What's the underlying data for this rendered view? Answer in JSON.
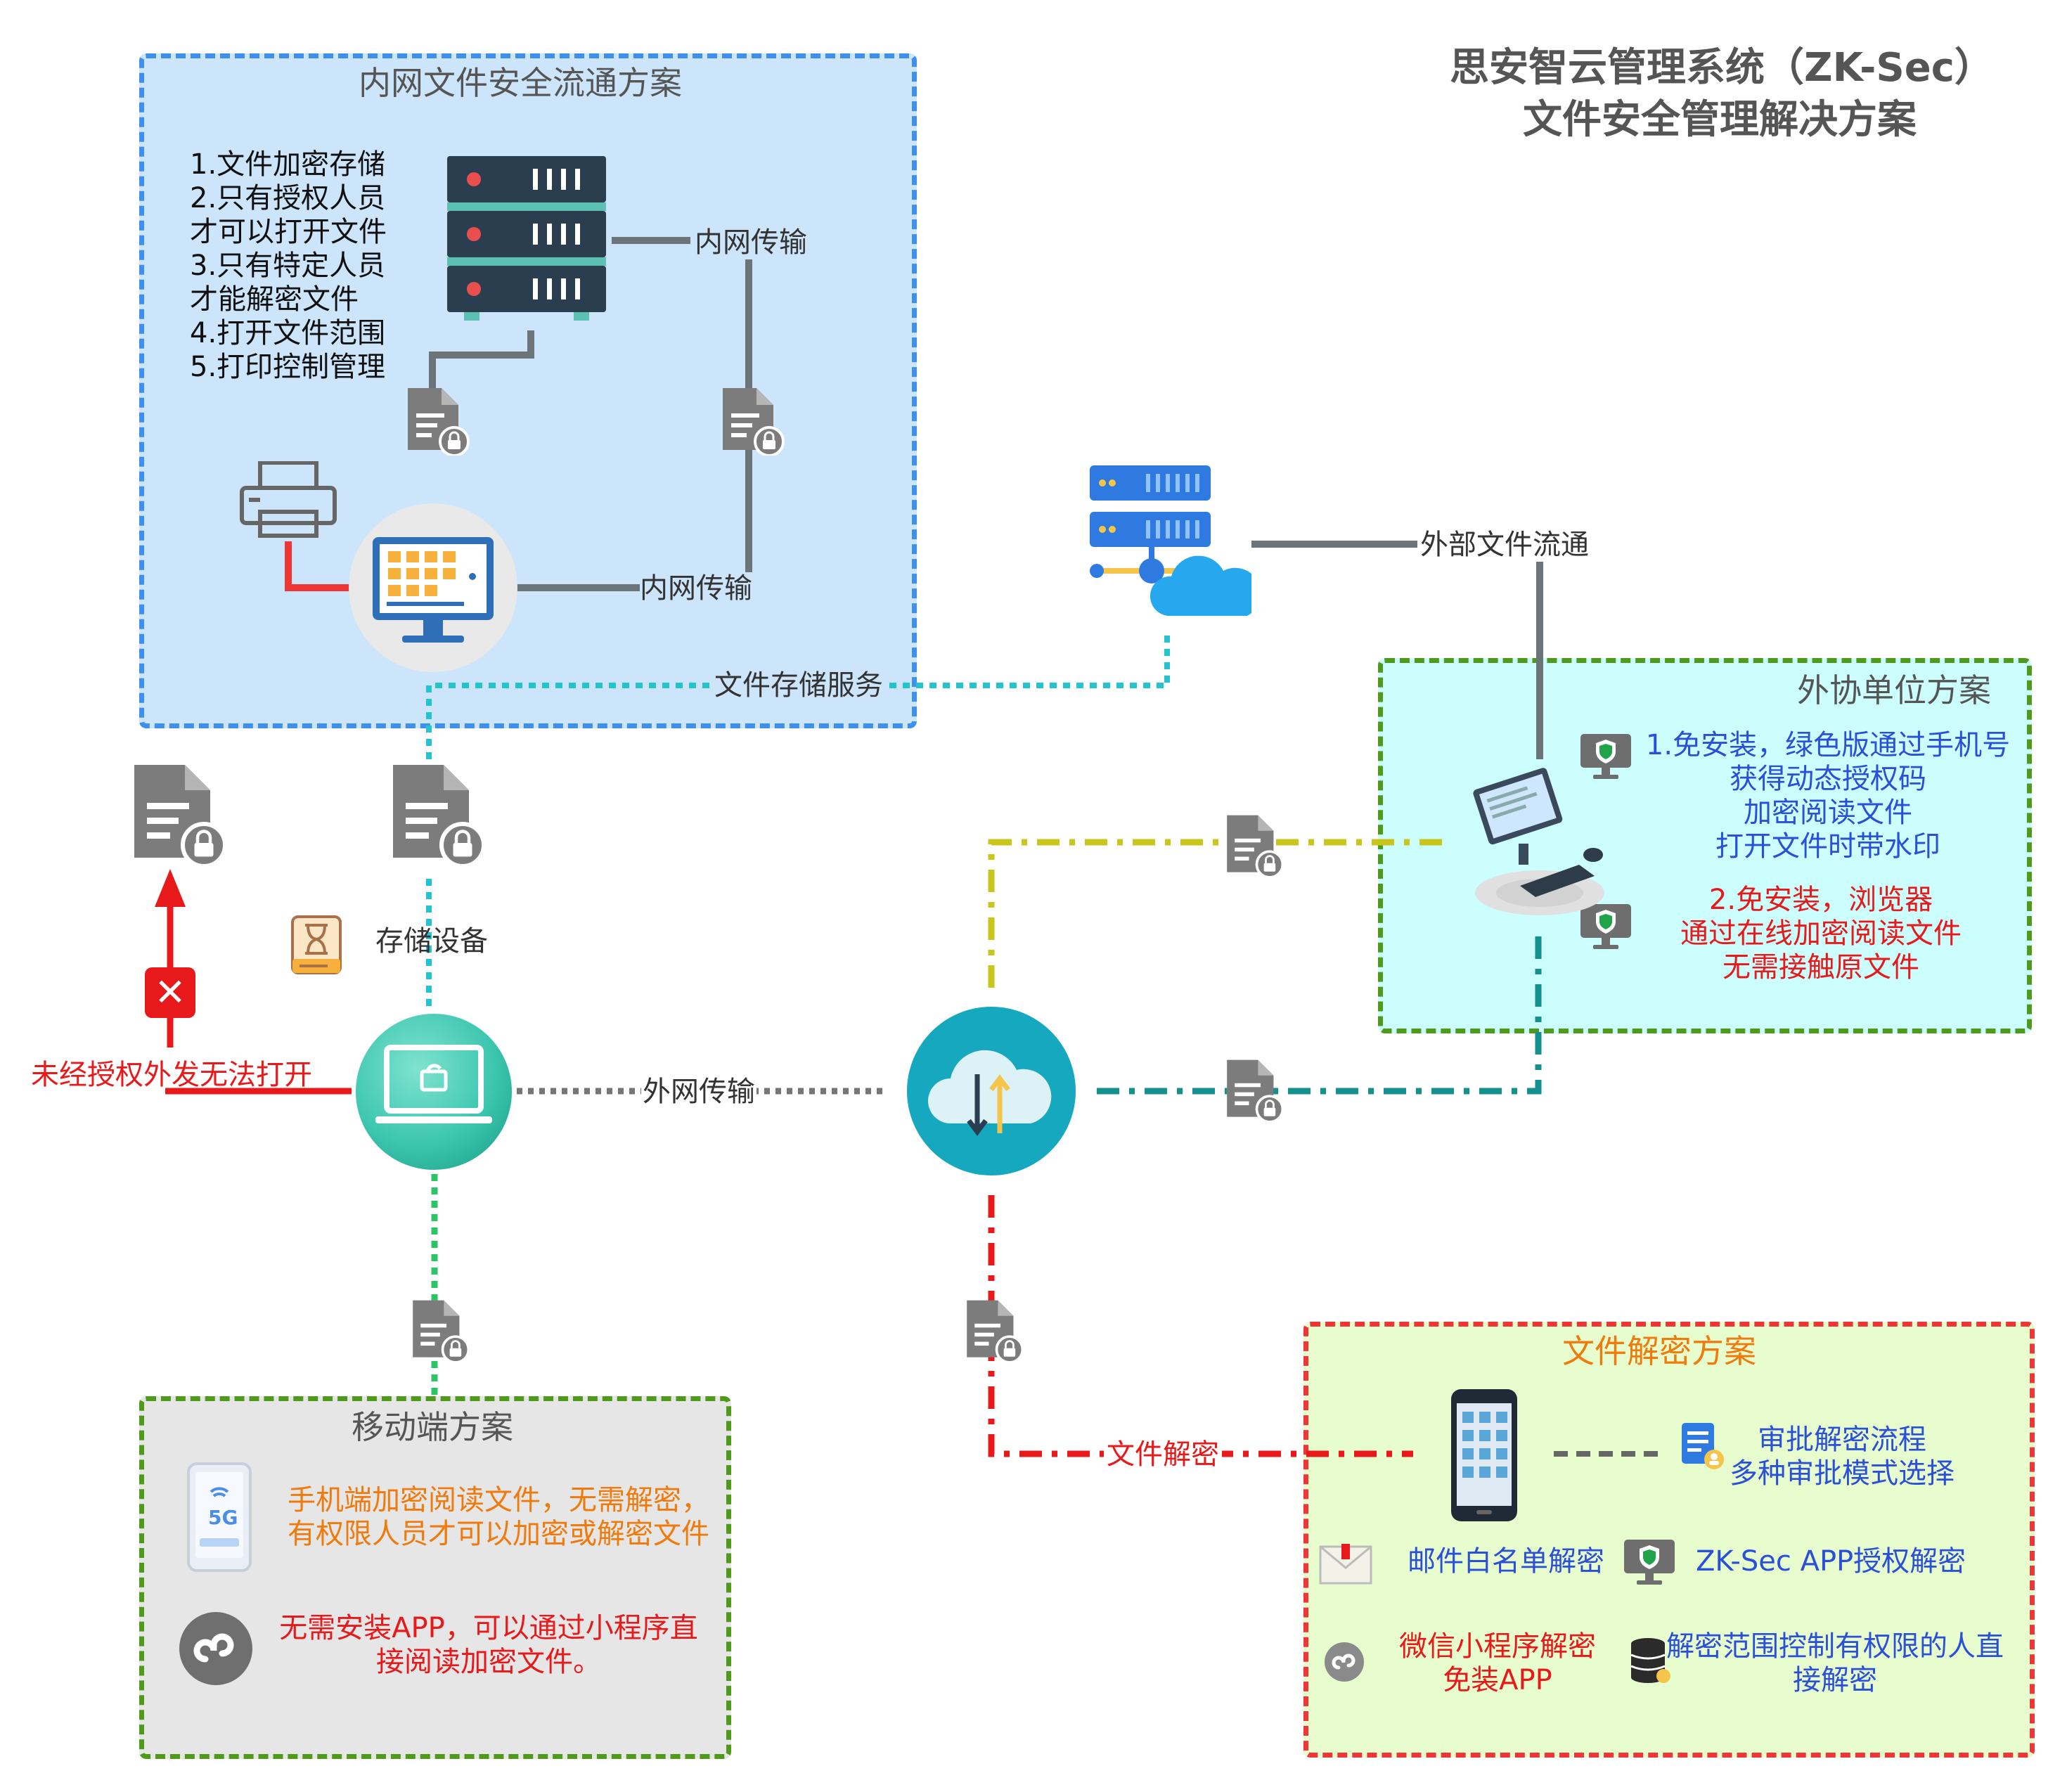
{
  "title": {
    "line1": "思安智云管理系统（ZK-Sec）",
    "line2": "文件安全管理解决方案"
  },
  "intranet": {
    "title": "内网文件安全流通方案",
    "features": [
      "1.文件加密存储",
      "2.只有授权人员",
      "才可以打开文件",
      "3.只有特定人员",
      "才能解密文件",
      "4.打开文件范围",
      "5.打印控制管理"
    ],
    "transfer_label_top": "内网传输",
    "transfer_label_bottom": "内网传输"
  },
  "file_storage_service": "文件存储服务",
  "external_flow": "外部文件流通",
  "partner": {
    "title": "外协单位方案",
    "item1": [
      "1.免安装，绿色版通过手机号",
      "获得动态授权码",
      "加密阅读文件",
      "打开文件时带水印"
    ],
    "item2": [
      "2.免安装，浏览器",
      "通过在线加密阅读文件",
      "无需接触原文件"
    ]
  },
  "storage_device": "存储设备",
  "unauthorized": "未经授权外发无法打开",
  "external_transfer": "外网传输",
  "mobile": {
    "title": "移动端方案",
    "item1": [
      "手机端加密阅读文件，无需解密，",
      "有权限人员才可以加密或解密文件"
    ],
    "item2": [
      "无需安装APP，可以通过小程序直",
      "接阅读加密文件。"
    ]
  },
  "decrypt": {
    "title": "文件解密方案",
    "flow_label": "文件解密",
    "approval": [
      "审批解密流程",
      "多种审批模式选择"
    ],
    "email": "邮件白名单解密",
    "app": "ZK-Sec APP授权解密",
    "wechat": [
      "微信小程序解密",
      "免装APP"
    ],
    "scope": [
      "解密范围控制有权限的人直",
      "接解密"
    ]
  },
  "colors": {
    "blue_panel": "#cce5fb",
    "blue_border": "#3d8ff0",
    "green_border": "#4e9a1a",
    "cyan_panel": "#ccfefe",
    "gray_panel": "#e6e6e6",
    "lime_panel": "#e8fdce",
    "red_border": "#f03535",
    "blue_text": "#2a4fd8",
    "red_text": "#e8191b",
    "orange_text": "#f07a0c",
    "teal_circle": "#3dc6b0",
    "cloud_circle": "#16a8bf"
  }
}
